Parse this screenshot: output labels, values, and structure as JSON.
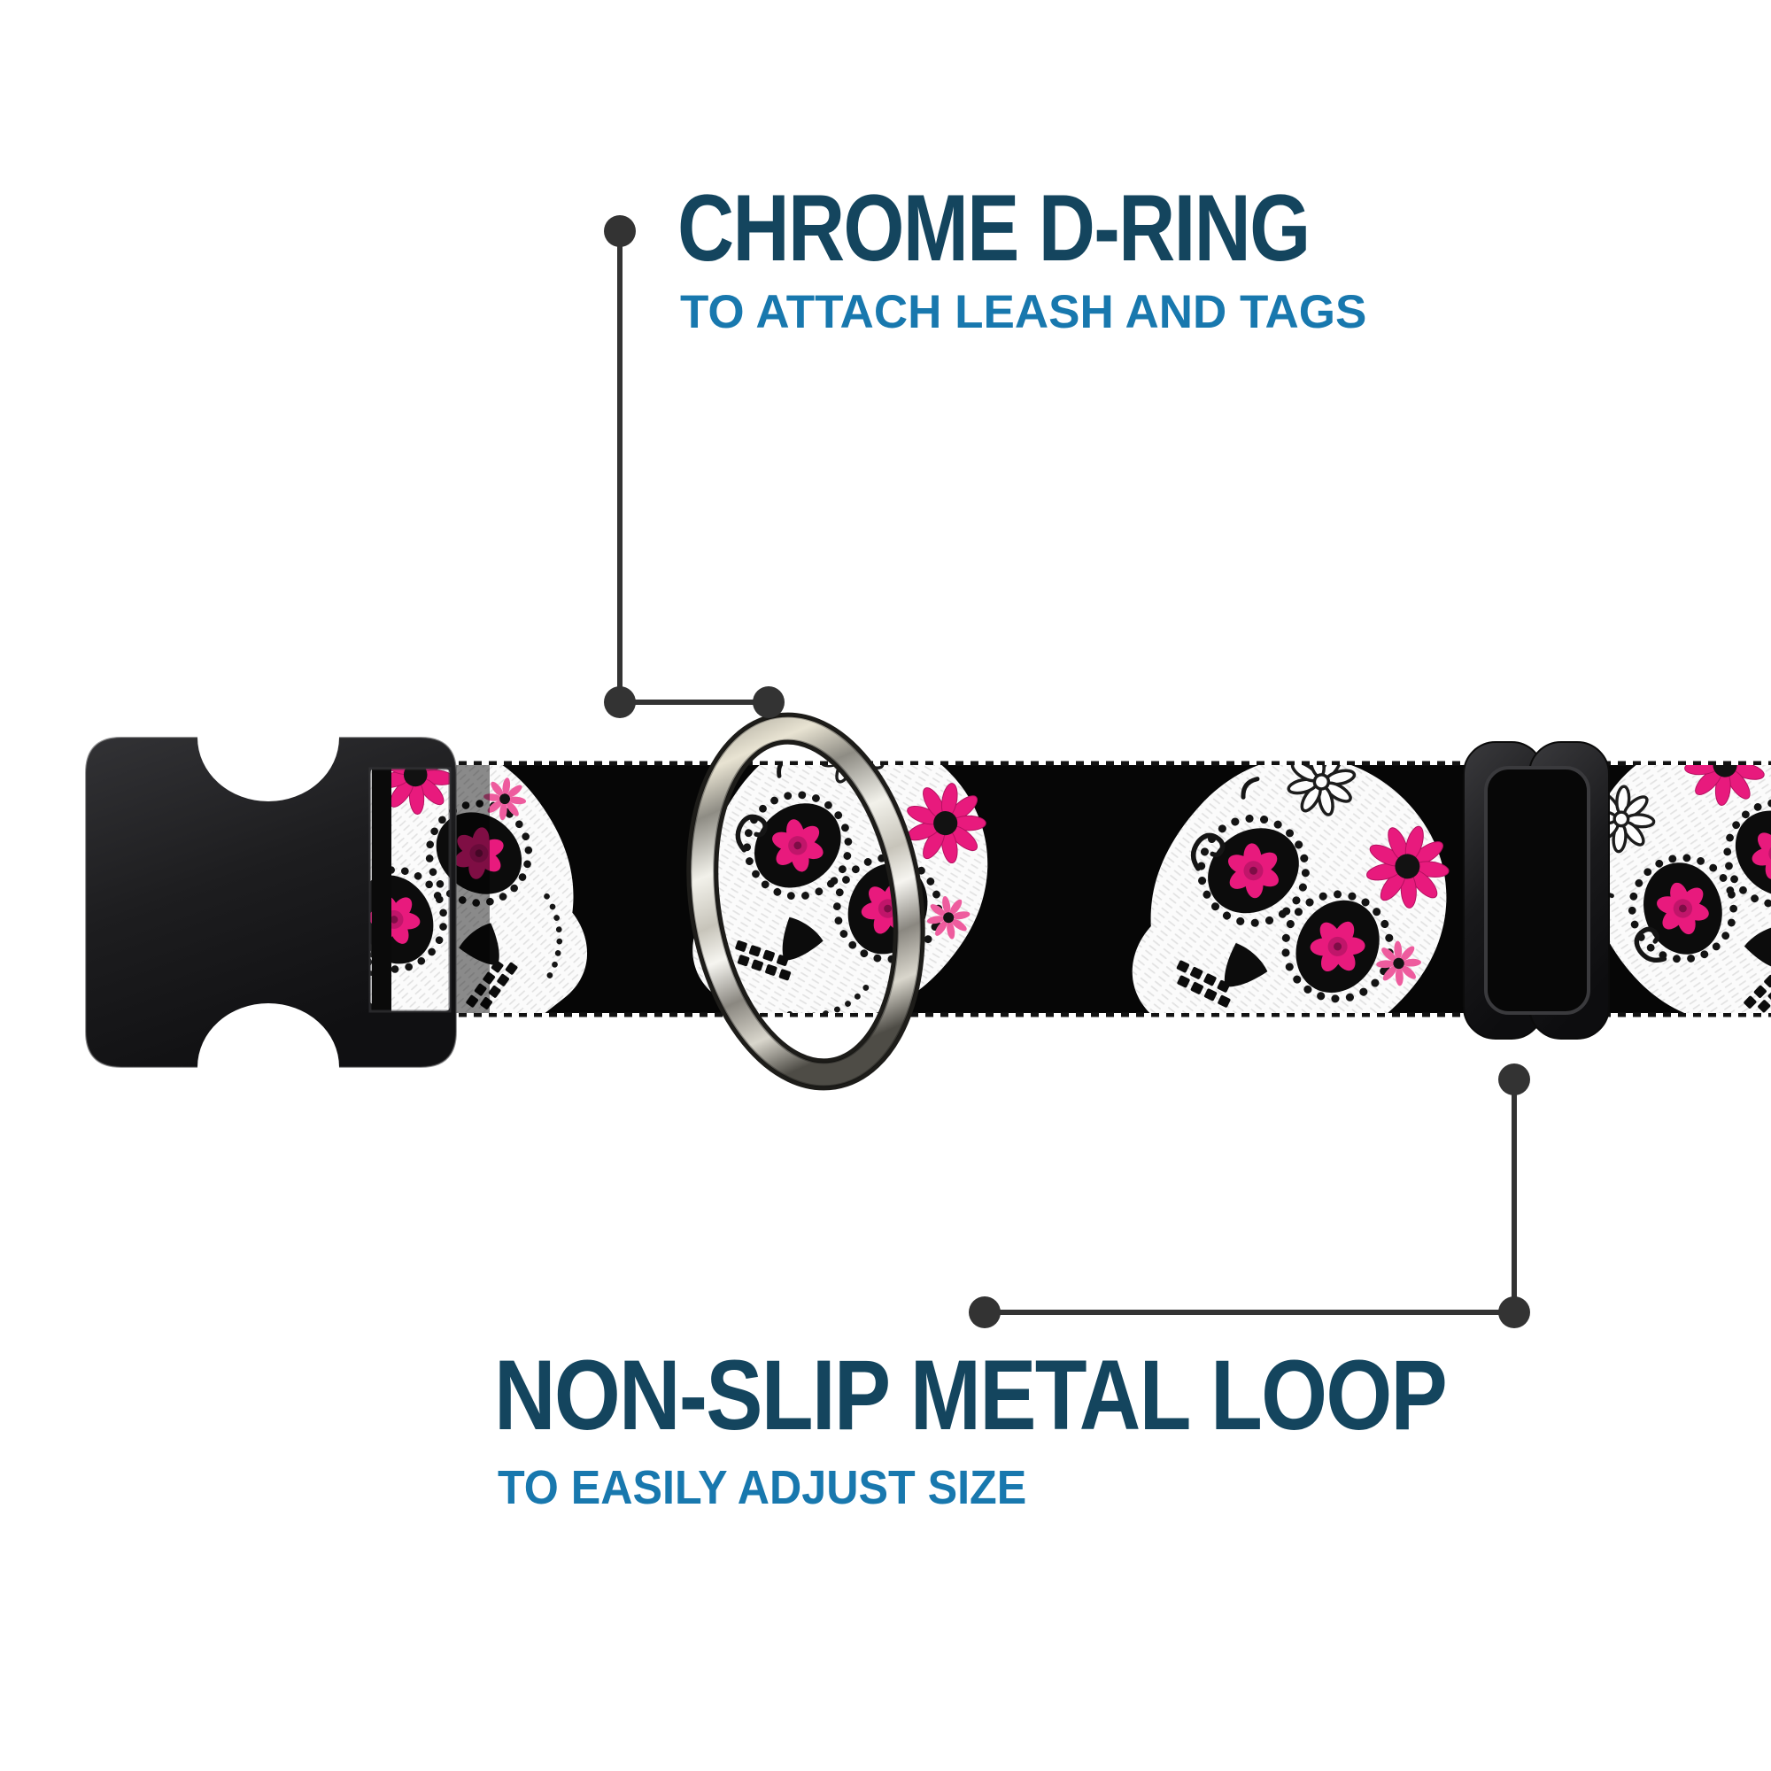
{
  "callouts": {
    "dring": {
      "title": "CHROME D-RING",
      "subtitle": "TO ATTACH LEASH AND TAGS"
    },
    "loop": {
      "title": "NON-SLIP METAL LOOP",
      "subtitle": "TO EASILY ADJUST SIZE"
    }
  },
  "colors": {
    "callout_title": "#14455e",
    "callout_subtitle": "#1878ae",
    "leader_line": "#333333",
    "strap_black": "#060606",
    "skull_white": "#fbfbfb",
    "accent_pink": "#e81a7d",
    "chrome_silver": "#e9e6dc",
    "plastic_black": "#1e1e20"
  }
}
